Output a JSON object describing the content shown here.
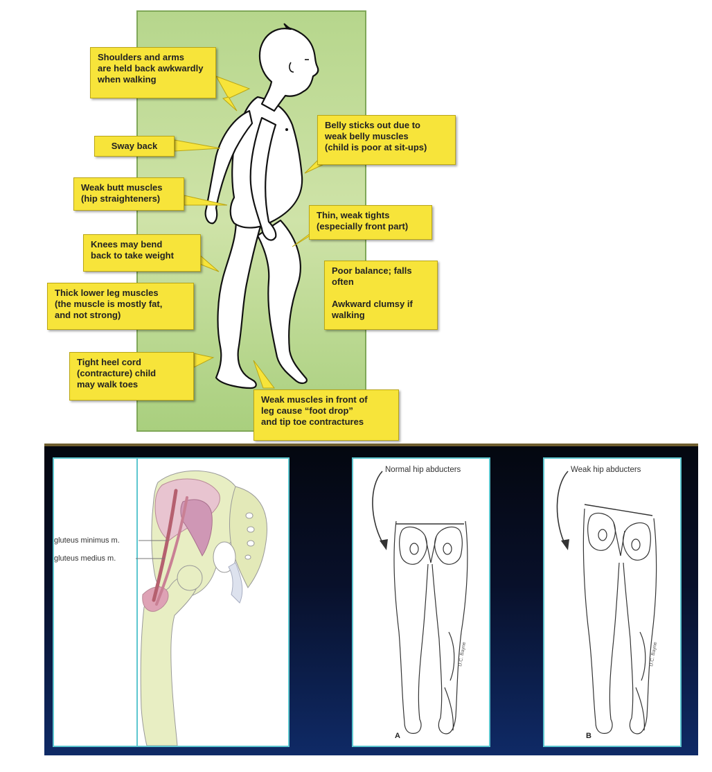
{
  "top_figure": {
    "callouts": {
      "shoulders": "Shoulders and arms\nare held back awkwardly\nwhen walking",
      "sway_back": "Sway back",
      "butt": "Weak butt muscles\n(hip straighteners)",
      "knees": "Knees may bend\nback to take weight",
      "lower_leg": "Thick lower leg muscles\n(the muscle is mostly fat,\nand not strong)",
      "heel_cord": "Tight heel cord\n(contracture) child\nmay walk toes",
      "belly": "Belly sticks out due to\nweak belly muscles\n(child is poor at sit-ups)",
      "thighs": "Thin, weak tights\n(especially front part)",
      "balance": "Poor balance; falls\noften\n\nAwkward clumsy if\nwalking",
      "foot_drop": "Weak muscles in front of\nleg cause “foot drop”\nand tip toe contractures"
    },
    "colors": {
      "panel": "#b6d68c",
      "callout": "#f7e43a"
    }
  },
  "bottom_figure": {
    "anatomy": {
      "label_minimus": "gluteus minimus m.",
      "label_medius": "gluteus medius m."
    },
    "normal": {
      "title": "Normal hip abducters",
      "letter": "A"
    },
    "weak": {
      "title": "Weak hip abducters",
      "letter": "B"
    },
    "colors": {
      "frame_border": "#5cc6cf",
      "background": "#0b1a44"
    }
  }
}
